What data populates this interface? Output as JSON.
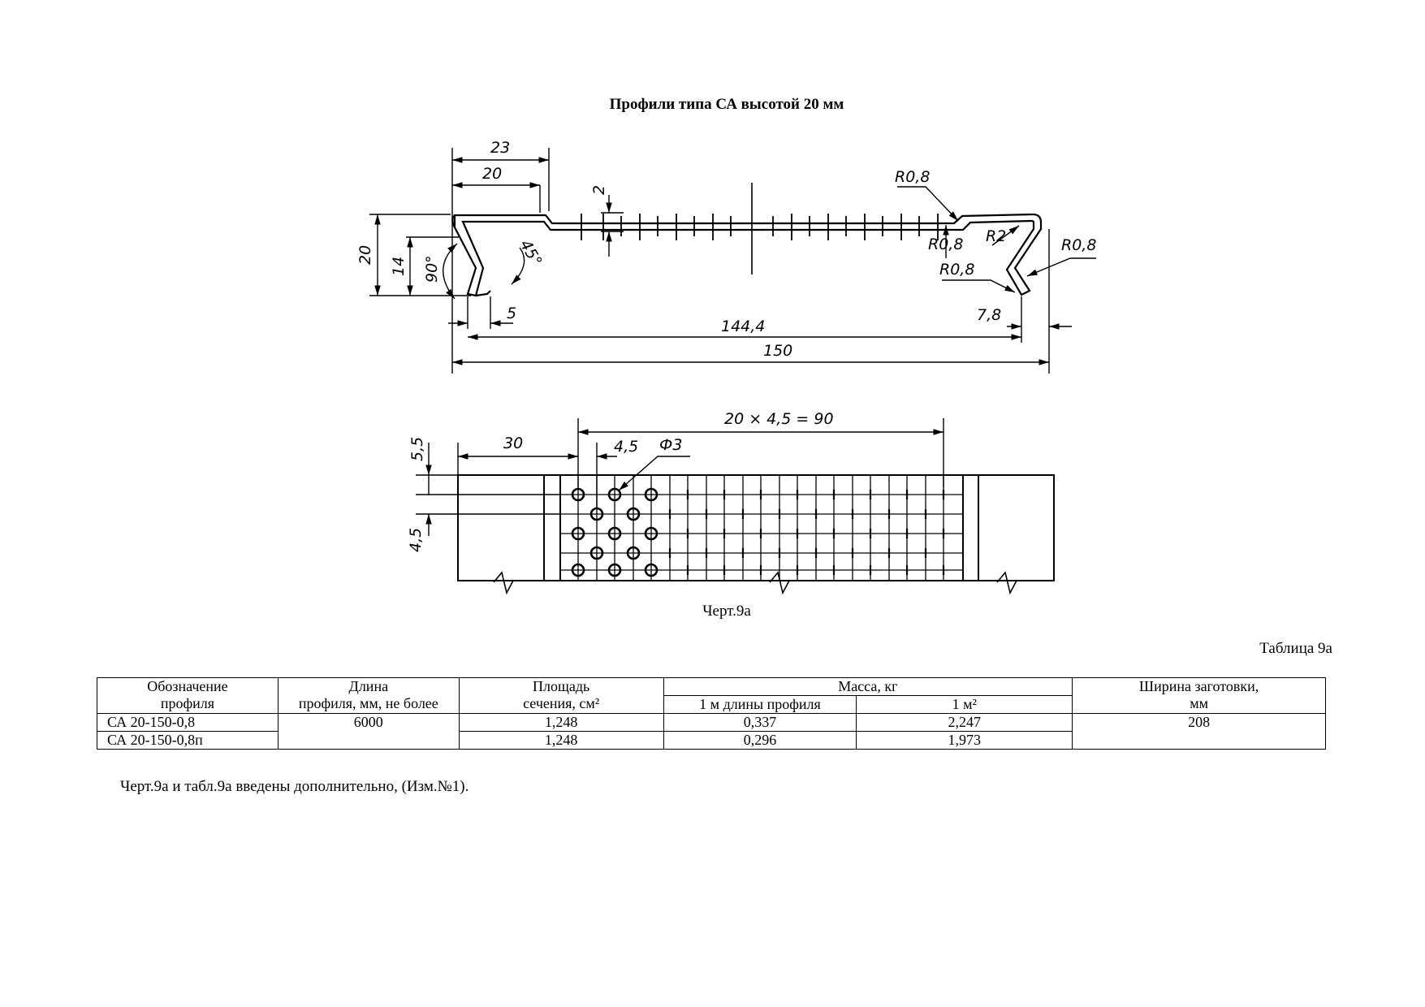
{
  "title": "Профили типа СА высотой 20 мм",
  "drawing": {
    "profile_dims": {
      "d23": "23",
      "d20": "20",
      "d2": "2",
      "r08_top": "R0,8",
      "h20": "20",
      "h14": "14",
      "a90": "90°",
      "a45": "45°",
      "r08_mid": "R0,8",
      "r2": "R2",
      "r08_right": "R0,8",
      "r08_low": "R0,8",
      "d5": "5",
      "d78": "7,8",
      "d1444": "144,4",
      "d150": "150"
    },
    "perforation_dims": {
      "d55": "5,5",
      "d30": "30",
      "d45": "4,5",
      "phi3": "Ф3",
      "d20x45": "20 × 4,5 = 90",
      "d45v": "4,5"
    }
  },
  "caption": "Черт.9а",
  "table_label": "Таблица 9а",
  "table": {
    "headers": {
      "designation": [
        "Обозначение",
        "профиля"
      ],
      "length": [
        "Длина",
        "профиля, мм, не более"
      ],
      "area": [
        "Площадь",
        "сечения, см²"
      ],
      "mass": "Масса, кг",
      "mass_per_m": "1 м длины профиля",
      "mass_per_m2": "1 м²",
      "width": [
        "Ширина заготовки,",
        "мм"
      ]
    },
    "rows": [
      {
        "designation": "СА 20-150-0,8",
        "area": "1,248",
        "mass_m": "0,337",
        "mass_m2": "2,247"
      },
      {
        "designation": "СА 20-150-0,8п",
        "area": "1,248",
        "mass_m": "0,296",
        "mass_m2": "1,973"
      }
    ],
    "shared_length": "6000",
    "shared_width": "208"
  },
  "note": "Черт.9а и табл.9а введены дополнительно, (Изм.№1)."
}
